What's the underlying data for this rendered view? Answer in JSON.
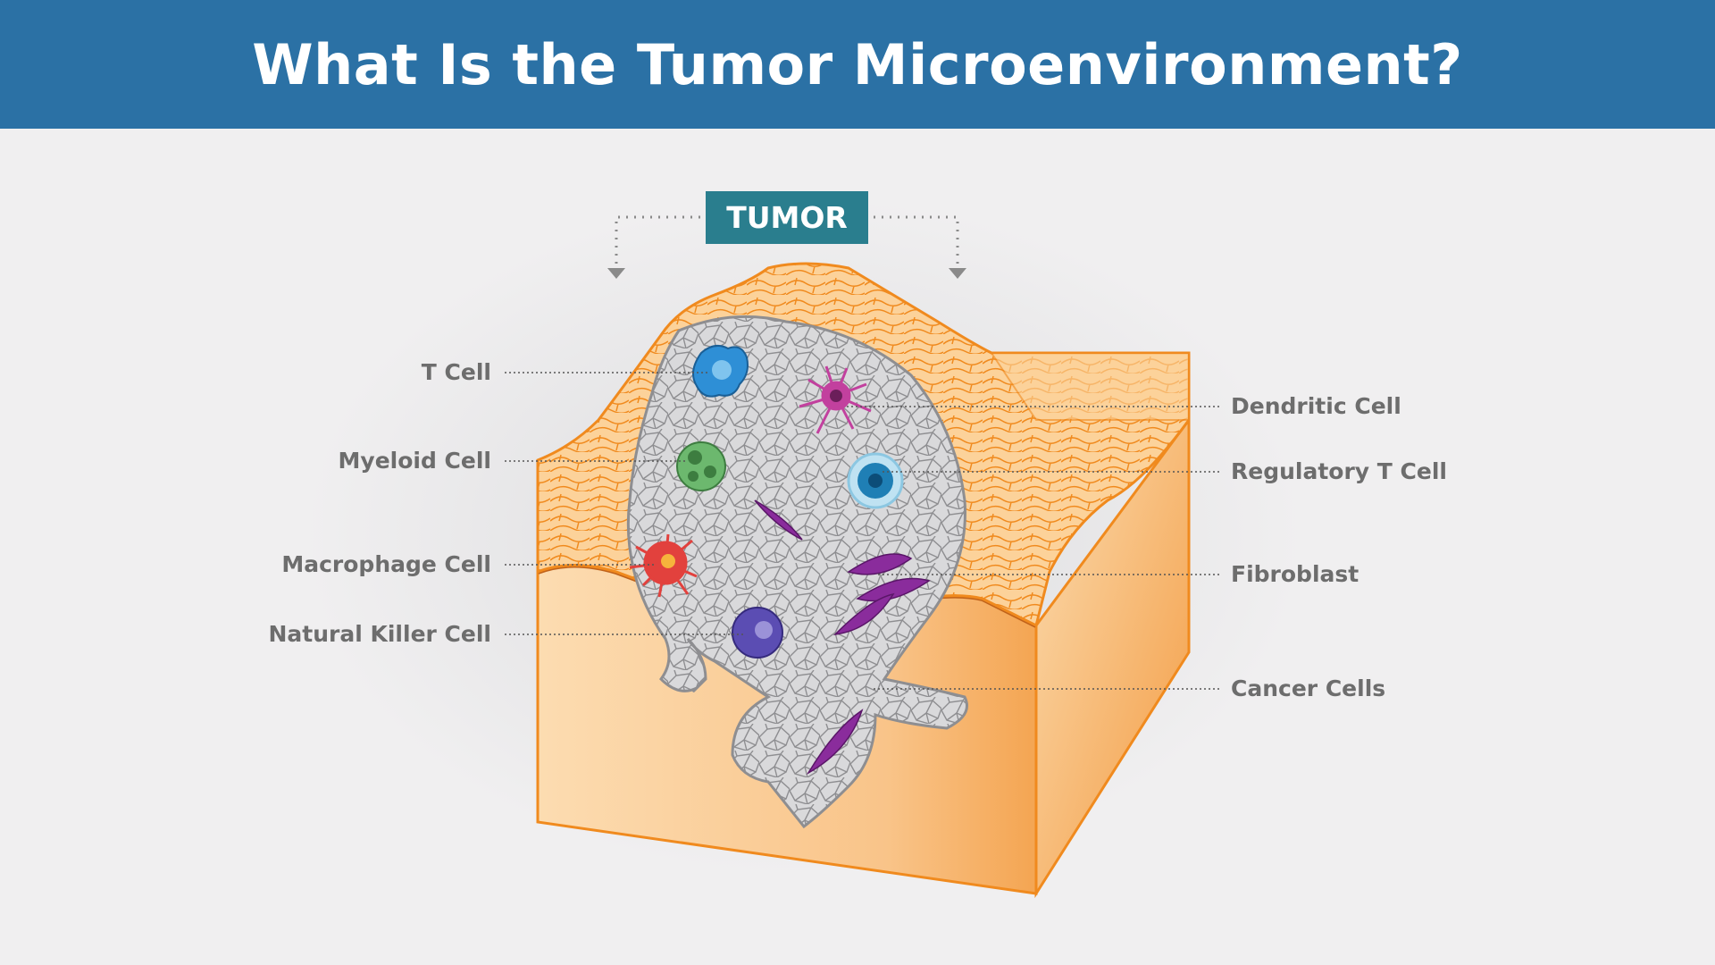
{
  "title": "What Is the Tumor Microenvironment?",
  "tumor_label": "TUMOR",
  "labels_left": [
    "T Cell",
    "Myeloid Cell",
    "Macrophage Cell",
    "Natural Killer Cell"
  ],
  "labels_right": [
    "Dendritic Cell",
    "Regulatory T Cell",
    "Fibroblast",
    "Cancer Cells"
  ],
  "colors": {
    "header": "#2b71a5",
    "tag": "#2a7e8e",
    "tissue_light": "#fcd9a8",
    "tissue_dark": "#f39a3f",
    "outline": "#f08a1e",
    "tumor_gray": "#d6d6d8",
    "t_cell": "#2e8fd6",
    "dendritic": "#c2409e",
    "myeloid": "#5aa85c",
    "regulatory_t": "#1f7fb5",
    "macrophage": "#e2413d",
    "nk_cell": "#5b4db3",
    "fibroblast": "#8a2c9c"
  }
}
